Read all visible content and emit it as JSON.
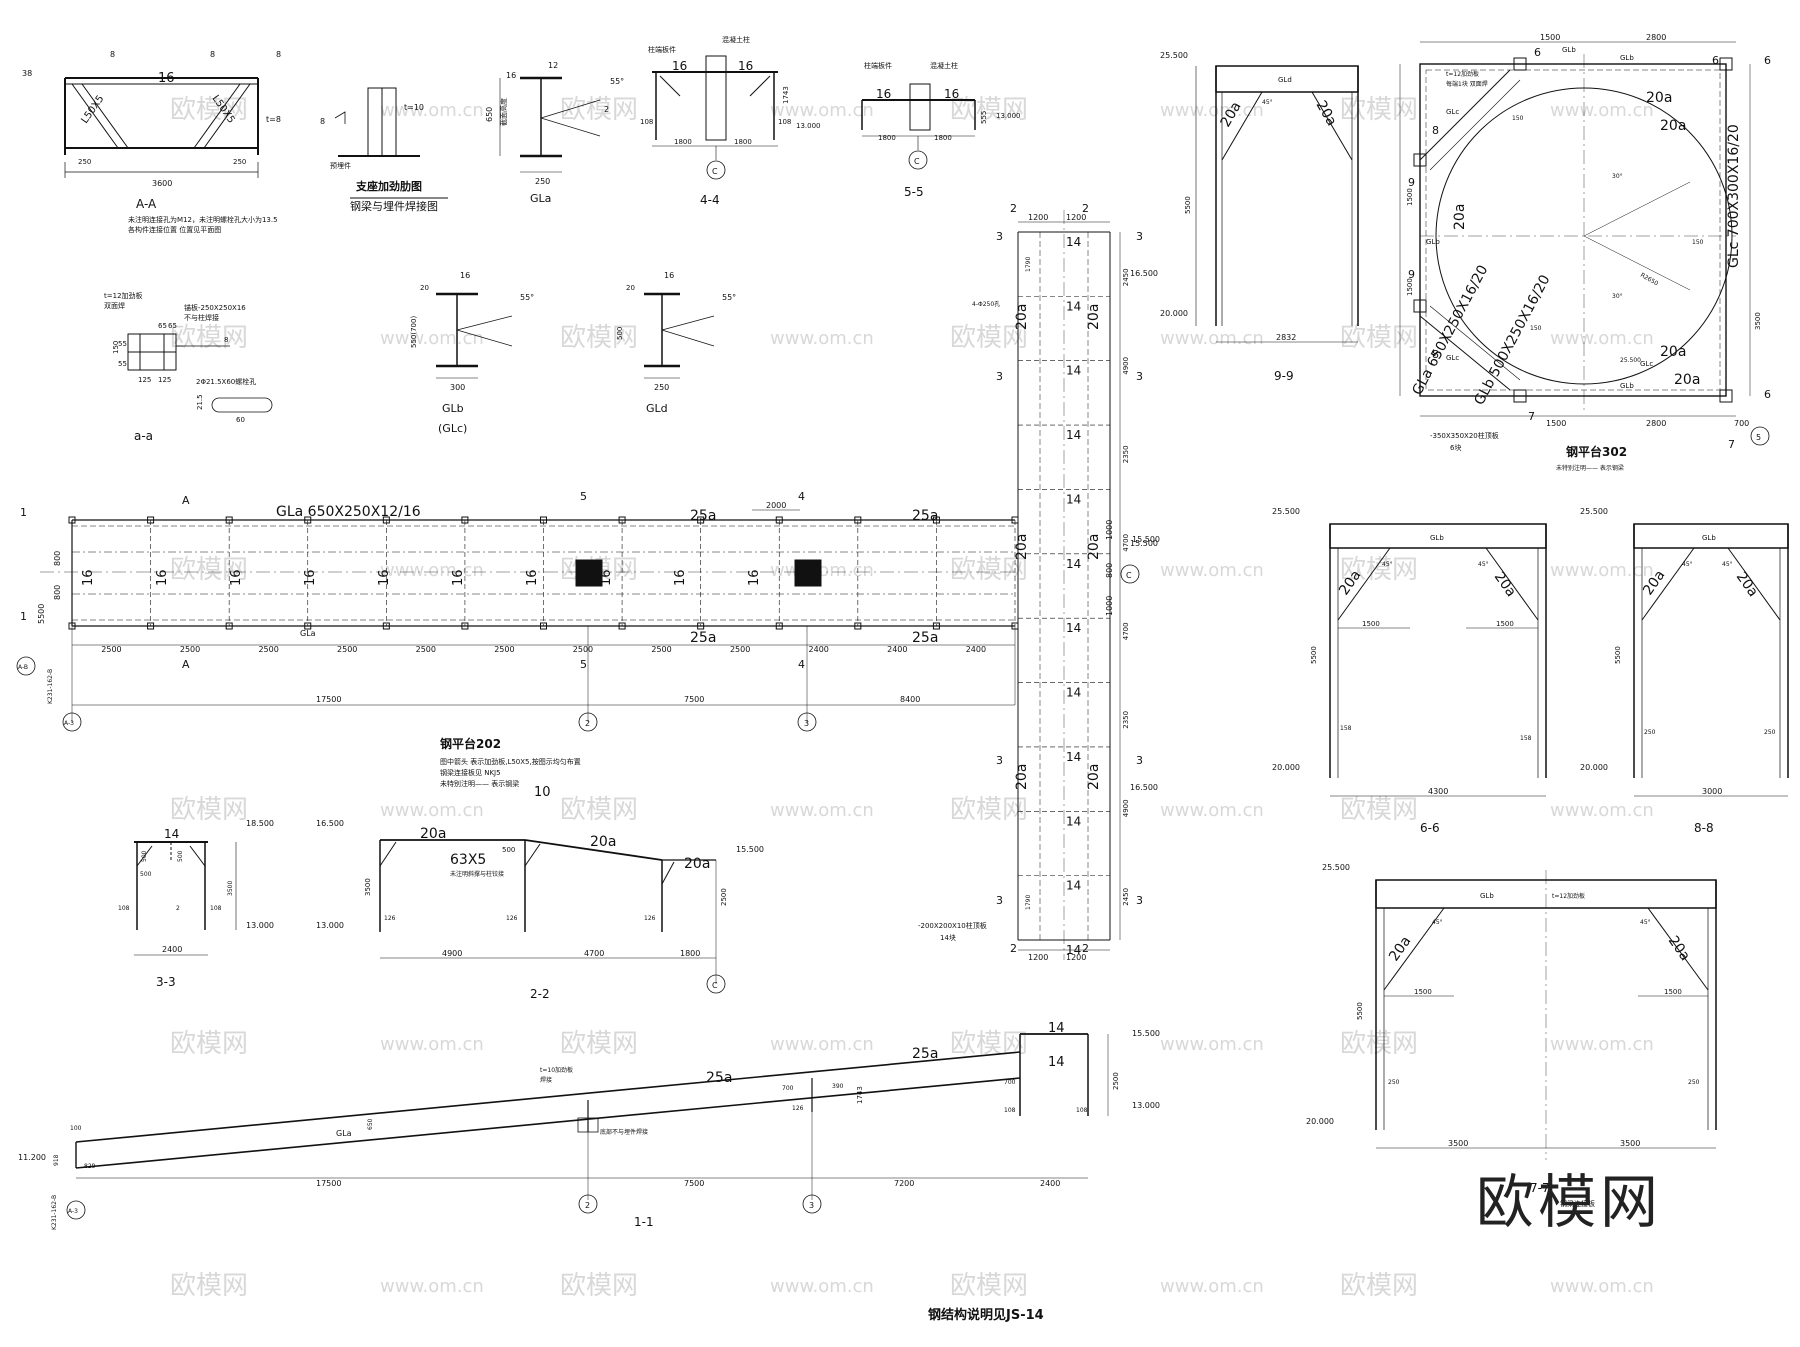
{
  "sheet": {
    "footer_title": "钢结构说明见JS-14",
    "watermark_text": "欧模网",
    "watermark_url": "www.om.cn",
    "watermark_large": "欧模网"
  },
  "section_aa": {
    "caption": "A-A",
    "dim_span": "3600",
    "dim_left": "38",
    "weld_sizes": [
      "8",
      "8",
      "8"
    ],
    "member_top": "16",
    "brace_left": "L50X5",
    "brace_right": "L50X5",
    "plate": "t=8",
    "end_dims": [
      "250",
      "250"
    ],
    "note_1": "未注明连接孔为M12，未注明螺栓孔大小为13.5",
    "note_2": "各构件连接位置 位置见平面图"
  },
  "detail_support": {
    "title": "支座加劲肋图",
    "subtitle": "钢梁与埋件焊接图",
    "plate_label": "t=10",
    "weld": "8",
    "embed_label": "预埋件"
  },
  "section_gla": {
    "label": "GLa",
    "height": "650",
    "height_note": "截面高度",
    "width": "250",
    "flange": "16",
    "web": "12",
    "angle": "55°",
    "weld": "2"
  },
  "section_44": {
    "caption": "4-4",
    "dims": [
      "1800",
      "1800"
    ],
    "height": "1743",
    "col_dims": [
      "108",
      "108"
    ],
    "top_labels": [
      "16",
      "16"
    ],
    "elev": "13.000",
    "grid": "C",
    "note_a": "柱端板件",
    "note_b": "混凝土柱"
  },
  "section_55": {
    "caption": "5-5",
    "dims": [
      "1800",
      "1800"
    ],
    "height": "555",
    "top_labels": [
      "16",
      "16"
    ],
    "elev": "13.000",
    "grid": "C",
    "note_a": "柱端板件",
    "note_b": "混凝土柱"
  },
  "detail_aa_small": {
    "caption": "a-a",
    "notes": [
      "t=12加劲板",
      "双面焊",
      "锚板-250X250X16",
      "不与柱焊接",
      "2Φ21.5X60螺栓孔"
    ],
    "dims": [
      "150",
      "55",
      "55",
      "125",
      "125",
      "60",
      "21.5",
      "65",
      "65"
    ],
    "weld": "8"
  },
  "section_glb": {
    "label": "GLb",
    "label_alt": "(GLc)",
    "height": "550(700)",
    "width": "300",
    "flange": "20",
    "web": "16",
    "angle": "55°"
  },
  "section_gld": {
    "label": "GLd",
    "height": "500",
    "width": "250",
    "flange": "20",
    "web": "16",
    "angle": "55°"
  },
  "platform_202": {
    "title": "钢平台202",
    "notes": [
      "图中箭头 表示加劲板,L50X5,按图示均匀布置",
      "钢梁连接板见 NKJ5",
      "未特别注明—— 表示钢梁"
    ],
    "number": "10",
    "beam_top": "GLa 650X250X12/16",
    "beam_bottom": "GLa",
    "member_25a": [
      "25a",
      "25a",
      "25a",
      "25a"
    ],
    "member_16": [
      "16",
      "16",
      "16",
      "16",
      "16",
      "16",
      "16",
      "16",
      "16",
      "16"
    ],
    "bay_dims": [
      "2500",
      "2500",
      "2500",
      "2500",
      "2500",
      "2500",
      "2500",
      "2500",
      "2500",
      "2400",
      "2400",
      "2400"
    ],
    "grid_dims": [
      "17500",
      "7500",
      "8400"
    ],
    "grids": [
      "2",
      "3"
    ],
    "grid_a3": "A-3",
    "grid_ab": "A-B",
    "grid_c": "C",
    "dim_2000": "2000",
    "width_dims": [
      "800",
      "800",
      "5500"
    ],
    "right_dims": [
      "1000",
      "800",
      "1000"
    ],
    "elev_top": "15.500",
    "section_marks": [
      "1",
      "1",
      "A",
      "A",
      "5",
      "5",
      "4",
      "4"
    ],
    "pile": "K231-162-B"
  },
  "platform_vertical": {
    "top_dims": [
      "1200",
      "1200"
    ],
    "bottom_dims": [
      "1200",
      "1200"
    ],
    "member_14": [
      "14",
      "14",
      "14",
      "14",
      "14",
      "14",
      "14",
      "14",
      "14",
      "14",
      "14",
      "14"
    ],
    "member_20a": [
      "20a",
      "20a",
      "20a",
      "20a",
      "20a",
      "20a"
    ],
    "dims_right": [
      "2450",
      "4900",
      "2350",
      "4700",
      "4700",
      "2350",
      "4900",
      "2450"
    ],
    "dims_left": [
      "1790",
      "1790"
    ],
    "elevs": [
      "16.500",
      "15.500",
      "16.500"
    ],
    "section_marks": [
      "2",
      "2",
      "3",
      "3",
      "3",
      "3",
      "3",
      "3",
      "3",
      "3",
      "2",
      "2"
    ],
    "note_hole": "4-Φ250孔",
    "note_plate": "-200X200X10柱顶板",
    "note_qty": "14块"
  },
  "section_33": {
    "caption": "3-3",
    "top": "14",
    "dims": [
      "500",
      "500",
      "500"
    ],
    "height": "3500",
    "col_dims": [
      "108",
      "108"
    ],
    "width": "2400",
    "elev_top": "18.500",
    "elev_bot": "13.000",
    "weld": "2"
  },
  "section_22": {
    "caption": "2-2",
    "members": [
      "20a",
      "20a",
      "20a",
      "63X5"
    ],
    "dims": [
      "4900",
      "4700",
      "1800"
    ],
    "height": "3500",
    "height_r": "2500",
    "col_dims": [
      "126",
      "126",
      "126"
    ],
    "elev_top": "16.500",
    "elev_right": "15.500",
    "elev_bot": "13.000",
    "top_dim": "500",
    "note": "未注明斜撑与柱铰接",
    "grid": "C"
  },
  "section_11": {
    "caption": "1-1",
    "members": [
      "25a",
      "25a",
      "14",
      "14",
      "GLa"
    ],
    "dims": [
      "17500",
      "7500",
      "7200",
      "2400"
    ],
    "grids": [
      "2",
      "3"
    ],
    "grid_a3": "A-3",
    "elev_left": "11.200",
    "elev_top": "15.500",
    "elev_bot": "13.000",
    "height": "2500",
    "height_mid": "1743",
    "small_dims": [
      "100",
      "829",
      "918",
      "650",
      "700",
      "700",
      "390",
      "126",
      "108",
      "108"
    ],
    "note_plate": "t=10加劲板",
    "note_weld": "焊接",
    "note_embed": "底部不与埋件焊接",
    "pile": "K231-162-B"
  },
  "section_99": {
    "caption": "9-9",
    "beam": "GLd",
    "members": [
      "20a",
      "20a"
    ],
    "angle": "45°",
    "height": "5500",
    "width": "2832",
    "elev_top": "25.500",
    "elev_bot": "20.000"
  },
  "platform_302": {
    "title": "钢平台302",
    "note": "未特别注明—— 表示钢梁",
    "dims_top": [
      "1500",
      "2800"
    ],
    "dims_bottom": [
      "1500",
      "2800",
      "700"
    ],
    "dims_left": [
      "1500",
      "1500"
    ],
    "dims_right": [
      "3500"
    ],
    "radius": "R2650",
    "angles": [
      "30°",
      "30°"
    ],
    "beams": [
      "GLb",
      "GLb",
      "GLb",
      "GLb",
      "GLc",
      "GLc",
      "GLc"
    ],
    "beam_right": "GLc 700X300X16/20",
    "beam_diag1": "GLa 650X250X16/20",
    "beam_diag2": "GLb 500X250X16/20",
    "members_20a": [
      "20a",
      "20a",
      "20a",
      "20a",
      "20a"
    ],
    "plate_note": "t=12加劲板",
    "plate_note2": "每端1块 双面焊",
    "base_note": "-350X350X20柱顶板",
    "base_qty": "6块",
    "marks": [
      "6",
      "6",
      "6",
      "6",
      "7",
      "7",
      "8",
      "8",
      "9",
      "9"
    ],
    "grid": "5",
    "small_dims": [
      "150",
      "150",
      "150"
    ],
    "elev": "25.500"
  },
  "section_66": {
    "caption": "6-6",
    "beam": "GLb",
    "members": [
      "20a",
      "20a"
    ],
    "angles": [
      "45°",
      "45°"
    ],
    "brace_dims": [
      "1500",
      "1500"
    ],
    "col_dims": [
      "158",
      "158"
    ],
    "height": "5500",
    "width": "4300",
    "elev_top": "25.500",
    "elev_bot": "20.000"
  },
  "section_88": {
    "caption": "8-8",
    "beam": "GLb",
    "members": [
      "20a",
      "20a"
    ],
    "angles": [
      "45°",
      "45°"
    ],
    "col_dims": [
      "250",
      "250"
    ],
    "height": "5500",
    "width": "3000",
    "elev_top": "25.500",
    "elev_bot": "20.000"
  },
  "section_77": {
    "caption": "7-7",
    "beam": "GLb",
    "members": [
      "20a",
      "20a"
    ],
    "angles": [
      "45°",
      "45°"
    ],
    "brace_dims": [
      "1500",
      "1500"
    ],
    "col_dims": [
      "250",
      "250"
    ],
    "height": "5500",
    "widths": [
      "3500",
      "3500"
    ],
    "elev_top": "25.500",
    "elev_bot": "20.000",
    "plate_note": "t=12加劲板",
    "sub_note": "钢梁连接板"
  }
}
